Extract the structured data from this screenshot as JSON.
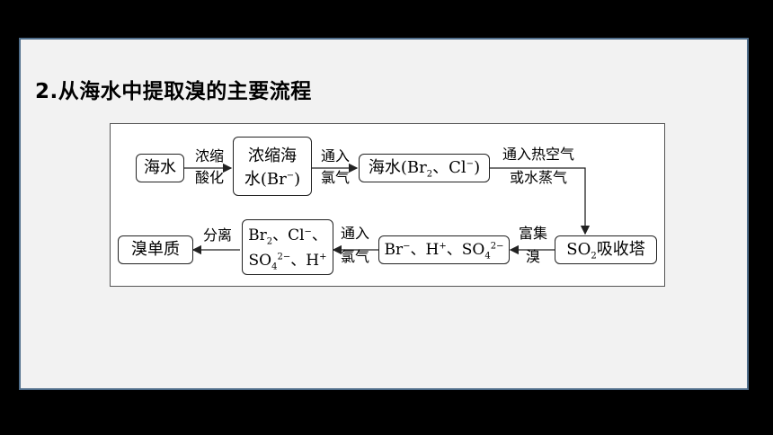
{
  "heading": "2.从海水中提取溴的主要流程",
  "flow": {
    "nodes": {
      "seawater": "海水",
      "concentrated_line1": "浓缩海",
      "concentrated_line2": "水(Br",
      "concentrated_sup": "−",
      "concentrated_close": ")",
      "seawater_br2_a": "海水(Br",
      "seawater_br2_sub": "2",
      "seawater_br2_b": "、Cl",
      "seawater_br2_sup": "−",
      "seawater_br2_c": ")",
      "so2_tower_a": "SO",
      "so2_tower_sub": "2",
      "so2_tower_b": "吸收塔",
      "absorbed_a": "Br",
      "absorbed_sup1": "−",
      "absorbed_b": "、H",
      "absorbed_sup2": "+",
      "absorbed_c": "、SO",
      "absorbed_sub": "4",
      "absorbed_sup3": "2−",
      "oxidized_line1_a": "Br",
      "oxidized_line1_sub": "2",
      "oxidized_line1_b": "、Cl",
      "oxidized_line1_sup": "−",
      "oxidized_line1_c": "、",
      "oxidized_line2_a": "SO",
      "oxidized_line2_sub": "4",
      "oxidized_line2_sup": "2−",
      "oxidized_line2_b": "、H",
      "oxidized_line2_sup2": "+",
      "bromine": "溴单质"
    },
    "labels": {
      "step1_top": "浓缩",
      "step1_bottom": "酸化",
      "step2_top": "通入",
      "step2_bottom": "氯气",
      "step3_top": "通入热空气",
      "step3_bottom": "或水蒸气",
      "step4_top": "富集",
      "step4_bottom": "溴",
      "step5_top": "通入",
      "step5_bottom": "氯气",
      "step6_top": "分离"
    }
  }
}
